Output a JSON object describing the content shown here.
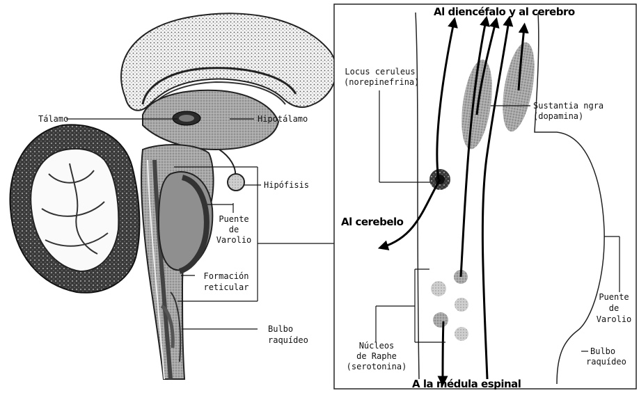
{
  "left_panel": {
    "labels": {
      "talamo": "Tálamo",
      "hipotalamo": "Hipotálamo",
      "hipofisis": "Hipófisis",
      "puente": [
        "Puente",
        "de",
        "Varolio"
      ],
      "formacion": [
        "Formación",
        "reticular"
      ],
      "bulbo": [
        "Bulbo",
        "raquídeo"
      ]
    }
  },
  "right_panel": {
    "headings": {
      "top": "Al diencéfalo y al cerebro",
      "cerebelo": "Al cerebelo",
      "medula": "A la médula espinal"
    },
    "labels": {
      "locus": [
        "Locus ceruleus",
        "(norepinefrina)"
      ],
      "sustantia": [
        "Sustantia ngra",
        "(dopamina)"
      ],
      "puente": [
        "Puente",
        "de",
        "Varolio"
      ],
      "bulbo": [
        "Bulbo",
        "raquídeo"
      ],
      "raphe": [
        "Núcleos",
        "de Raphe",
        "(serotonina)"
      ]
    }
  }
}
